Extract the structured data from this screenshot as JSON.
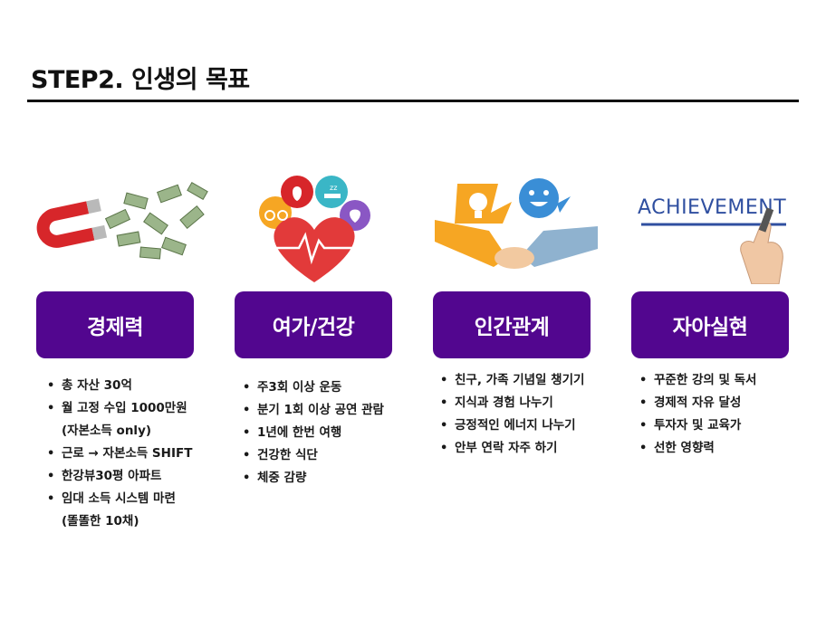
{
  "title": "STEP2. 인생의 목표",
  "image_text": {
    "achievement": "ACHIEVEMENT"
  },
  "columns": [
    {
      "category": "경제력",
      "items": [
        "총 자산 30억",
        "월 고정 수입 1000만원",
        "근로 → 자본소득 SHIFT",
        "한강뷰30평 아파트",
        "임대 소득 시스템 마련"
      ],
      "notes": [
        "(자본소득 only)",
        "(똘똘한 10채)"
      ]
    },
    {
      "category": "여가/건강",
      "items": [
        "주3회 이상 운동",
        "분기 1회 이상 공연 관람",
        "1년에 한번 여행",
        "건강한 식단",
        "체중 감량"
      ]
    },
    {
      "category": "인간관계",
      "items": [
        "친구, 가족 기념일 챙기기",
        "지식과 경험 나누기",
        "긍정적인 에너지 나누기",
        "안부 연락 자주 하기"
      ]
    },
    {
      "category": "자아실현",
      "items": [
        "꾸준한 강의 및 독서",
        "경제적 자유 달성",
        "투자자 및 교육가",
        "선한 영향력"
      ]
    }
  ],
  "colors": {
    "category_bg": "#52068f",
    "rule": "#111111",
    "heart": "#e23a3a"
  }
}
